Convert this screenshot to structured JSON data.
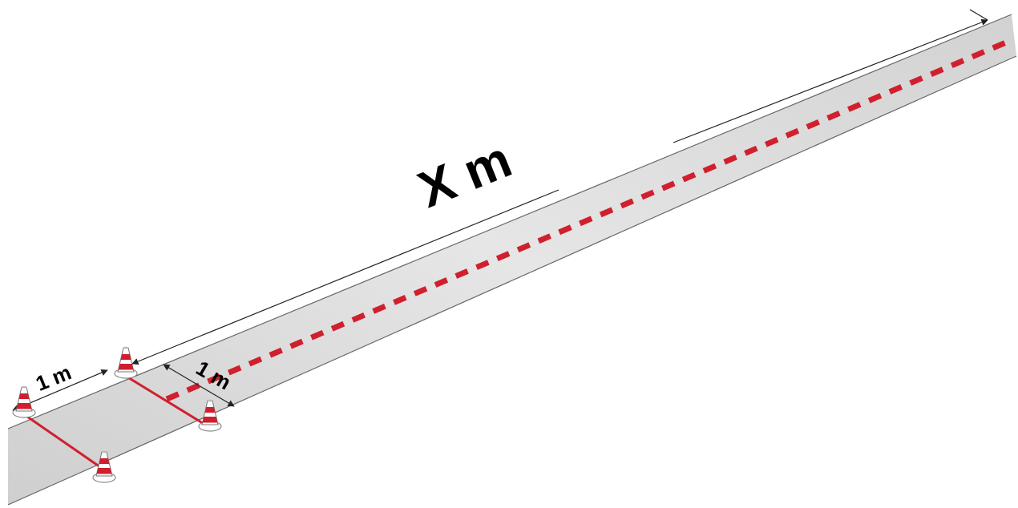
{
  "labels": {
    "track_length": "X m",
    "start_zone_length": "1 m",
    "track_width": "1 m"
  },
  "colors": {
    "track_fill": "#d9d9d9",
    "track_edge": "#555555",
    "center_line": "#d0202e",
    "marker_line": "#d0202e",
    "cone_red": "#cf1f2e",
    "cone_white": "#ffffff",
    "dimension_line": "#222222"
  },
  "icons": {
    "cone": "traffic-cone-icon"
  }
}
